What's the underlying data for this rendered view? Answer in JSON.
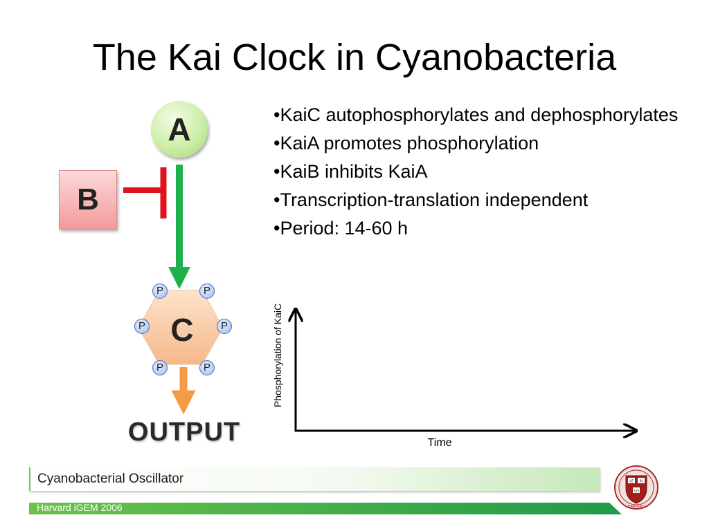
{
  "slide": {
    "title": "The Kai Clock in Cyanobacteria",
    "bullets": [
      "•KaiC autophosphorylates and dephosphorylates",
      "•KaiA promotes phosphorylation",
      "•KaiB inhibits KaiA",
      "•Transcription-translation independent",
      "•Period: 14-60 h"
    ]
  },
  "diagram": {
    "node_a": "A",
    "node_b": "B",
    "node_c": "C",
    "phosphate_label": "P",
    "output_label": "OUTPUT",
    "colors": {
      "activation_arrow": "#20b04b",
      "inhibition_bar": "#e0141e",
      "output_arrow": "#f59a45",
      "hexagon_fill": "#f8c9a0",
      "phosphate_fill": "#9fbcf0"
    }
  },
  "chart": {
    "ylabel": "Phosphorylation of KaiC",
    "xlabel": "Time"
  },
  "footer": {
    "section": "Cyanobacterial Oscillator",
    "org": "Harvard iGEM 2006",
    "seal_text": [
      "VE",
      "RI",
      "TAS",
      "HARVARD"
    ]
  }
}
